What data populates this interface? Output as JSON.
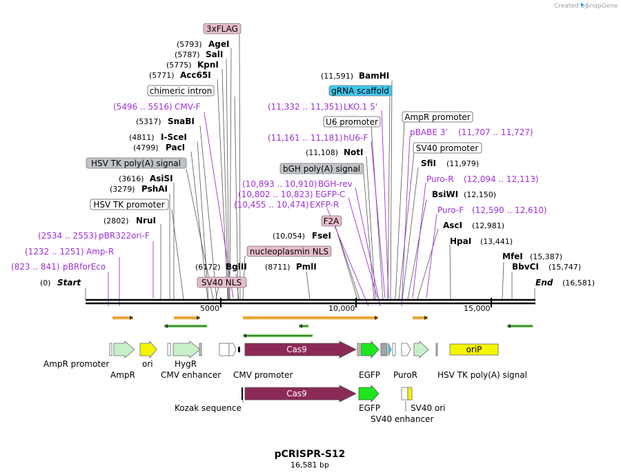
{
  "credit": {
    "prefix": "Created by",
    "brand": "SnapGene"
  },
  "plasmid": {
    "name": "pCRISPR-S12",
    "length_label": "16,581 bp",
    "length": 16581
  },
  "axis_ticks": [
    "5000",
    "10,000",
    "15,000"
  ],
  "enzymes_left": [
    {
      "pos": "(0)",
      "name": "Start"
    },
    {
      "pos": "(2802)",
      "name": "NruI"
    },
    {
      "pos": "(3279)",
      "name": "PshAI"
    },
    {
      "pos": "(3616)",
      "name": "AsiSI"
    },
    {
      "pos": "(4799)",
      "name": "PacI"
    },
    {
      "pos": "(4811)",
      "name": "I-SceI"
    },
    {
      "pos": "(5317)",
      "name": "SnaBI"
    },
    {
      "pos": "(5771)",
      "name": "Acc65I"
    },
    {
      "pos": "(5775)",
      "name": "KpnI"
    },
    {
      "pos": "(5787)",
      "name": "SalI"
    },
    {
      "pos": "(5793)",
      "name": "AgeI"
    },
    {
      "pos": "(6172)",
      "name": "BglII"
    },
    {
      "pos": "(8711)",
      "name": "PmlI"
    },
    {
      "pos": "(10,054)",
      "name": "FseI"
    },
    {
      "pos": "(11,108)",
      "name": "NotI"
    },
    {
      "pos": "(11,591)",
      "name": "BamHI"
    }
  ],
  "enzymes_right": [
    {
      "name": "SfiI",
      "pos": "(11,979)"
    },
    {
      "name": "BsiWI",
      "pos": "(12,150)"
    },
    {
      "name": "AscI",
      "pos": "(12,981)"
    },
    {
      "name": "HpaI",
      "pos": "(13,441)"
    },
    {
      "name": "MfeI",
      "pos": "(15,387)"
    },
    {
      "name": "BbvCI",
      "pos": "(15,747)"
    },
    {
      "name": "End",
      "pos": "(16,581)"
    }
  ],
  "primers_left": [
    {
      "pos": "(823 .. 841)",
      "name": "pBRforEco"
    },
    {
      "pos": "(1232 .. 1251)",
      "name": "Amp-R"
    },
    {
      "pos": "(2534 .. 2553)",
      "name": "pBR322ori-F"
    },
    {
      "pos": "(5496 .. 5516)",
      "name": "CMV-F"
    },
    {
      "pos": "(10,455 .. 10,474)",
      "name": "EXFP-R"
    },
    {
      "pos": "(10,802 .. 10,823)",
      "name": "EGFP-C"
    },
    {
      "pos": "(10,893 .. 10,910)",
      "name": "BGH-rev"
    },
    {
      "pos": "(11,161 .. 11,181)",
      "name": "hU6-F"
    },
    {
      "pos": "(11,332 .. 11,351)",
      "name": "LKO.1 5'"
    }
  ],
  "primers_right": [
    {
      "name": "pBABE 3'",
      "pos": "(11,707 .. 11,727)"
    },
    {
      "name": "Puro-R",
      "pos": "(12,094 .. 12,113)"
    },
    {
      "name": "Puro-F",
      "pos": "(12,590 .. 12,610)"
    }
  ],
  "boxed_features": [
    {
      "label": "3xFLAG",
      "color": "#e6bccb"
    },
    {
      "label": "chimeric intron",
      "color": "#ffffff"
    },
    {
      "label": "HSV TK poly(A) signal",
      "color": "#c0c4c8"
    },
    {
      "label": "HSV TK promoter",
      "color": "#ffffff"
    },
    {
      "label": "SV40 NLS",
      "color": "#e6bccb"
    },
    {
      "label": "nucleoplasmin NLS",
      "color": "#e6bccb"
    },
    {
      "label": "F2A",
      "color": "#e6bccb"
    },
    {
      "label": "bGH poly(A) signal",
      "color": "#c0c4c8"
    },
    {
      "label": "U6 promoter",
      "color": "#ffffff"
    },
    {
      "label": "gRNA scaffold",
      "color": "#3fc8f0"
    },
    {
      "label": "AmpR promoter",
      "color": "#ffffff"
    },
    {
      "label": "SV40 promoter",
      "color": "#ffffff"
    }
  ],
  "features_row1": {
    "cas9": "Cas9",
    "orip": "oriP"
  },
  "features_row1_labels": [
    "AmpR promoter",
    "AmpR",
    "ori",
    "HygR",
    "CMV enhancer",
    "CMV promoter",
    "EGFP",
    "PuroR",
    "HSV TK poly(A) signal"
  ],
  "features_row2": {
    "cas9": "Cas9"
  },
  "features_row2_labels": [
    "Kozak sequence",
    "EGFP",
    "SV40 ori",
    "SV40 enhancer"
  ],
  "colors": {
    "primer": "#9b30d9",
    "cas9": "#8b2a57",
    "egfp": "#1ee61e",
    "ori": "#f5f500",
    "drug_marker": "#c8f0c8",
    "orf_orange": "#e89b1c",
    "orf_green": "#2e8b1a"
  }
}
